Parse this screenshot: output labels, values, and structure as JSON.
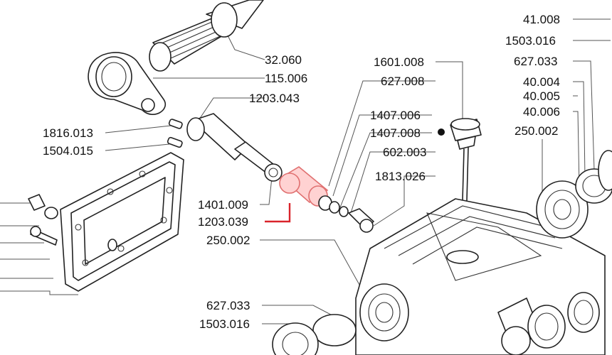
{
  "highlight_color": "#d9242b",
  "labels": {
    "l_41_008": "41.008",
    "l_1503_016_top": "1503.016",
    "l_627_033_top": "627.033",
    "l_40_004": "40.004",
    "l_40_005": "40.005",
    "l_40_006": "40.006",
    "l_250_002_right": "250.002",
    "l_1601_008": "1601.008",
    "l_627_008": "627.008",
    "l_1407_006": "1407.006",
    "l_1407_008": "1407.008",
    "l_602_003": "602.003",
    "l_1813_026": "1813.026",
    "l_32_060": "32.060",
    "l_115_006": "115.006",
    "l_1203_043": "1203.043",
    "l_1816_013": "1816.013",
    "l_1504_015": "1504.015",
    "l_1401_009": "1401.009",
    "l_1203_039": "1203.039",
    "l_250_002_mid": "250.002",
    "l_627_033_bottom": "627.033",
    "l_1503_016_bottom": "1503.016"
  }
}
